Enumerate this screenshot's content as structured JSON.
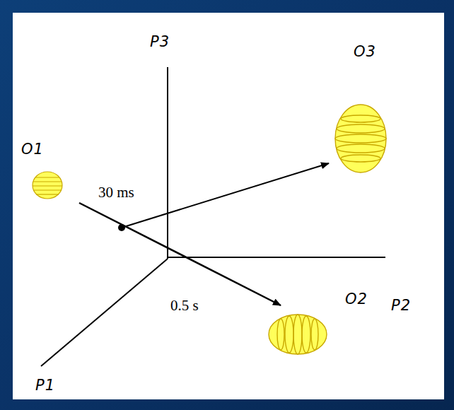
{
  "diagram": {
    "labels": [
      "P3",
      "O3",
      "O1",
      "30 ms",
      "O2",
      "P2",
      "0.5 s",
      "P1"
    ]
  }
}
